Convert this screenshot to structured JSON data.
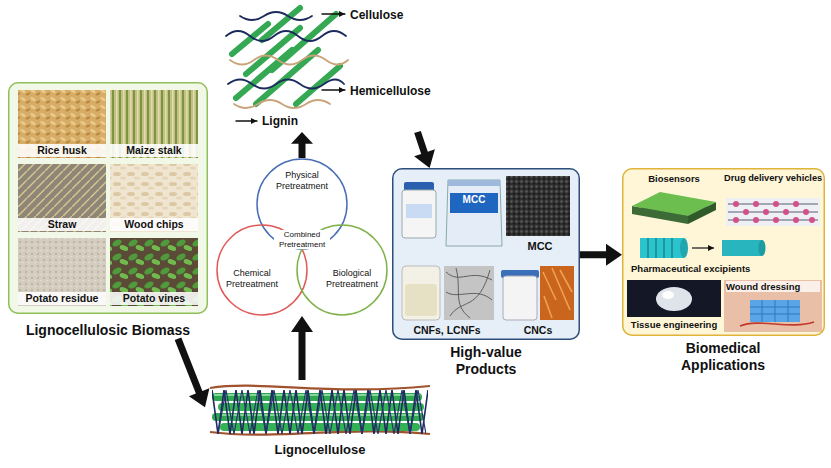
{
  "diagram": {
    "nodes": [
      {
        "text": [
          "Lignocellulosic Biomass"
        ]
      },
      {
        "text": [
          "Rice husk"
        ],
        "in": 0
      },
      {
        "text": [
          "Maize stalk"
        ],
        "in": 0
      },
      {
        "text": [
          "Straw"
        ],
        "in": 0
      },
      {
        "text": [
          "Wood chips"
        ],
        "in": 0
      },
      {
        "text": [
          "Potato residue"
        ],
        "in": 0
      },
      {
        "text": [
          "Potato vines"
        ],
        "in": 0
      },
      {
        "text": [
          "Lignocellulose"
        ]
      },
      {
        "text": [
          "Combined Pretreatment"
        ]
      },
      {
        "text": [
          "Physical Pretreatment"
        ],
        "in": 8
      },
      {
        "text": [
          "Chemical Pretreatment"
        ],
        "in": 8
      },
      {
        "text": [
          "Biological Pretreatment"
        ],
        "in": 8
      },
      {
        "text": [
          "Cellulose",
          "Hemicellulose",
          "Lignin"
        ]
      },
      {
        "text": [
          "High-value Products"
        ]
      },
      {
        "text": [
          "MCC"
        ],
        "in": 13
      },
      {
        "text": [
          "CNFs, LCNFs"
        ],
        "in": 13
      },
      {
        "text": [
          "CNCs"
        ],
        "in": 13
      },
      {
        "text": [
          "Biomedical Applications"
        ]
      },
      {
        "text": [
          "Biosensors"
        ],
        "in": 17
      },
      {
        "text": [
          "Drug delivery vehicles"
        ],
        "in": 17
      },
      {
        "text": [
          "Pharmaceutical excipients"
        ],
        "in": 17
      },
      {
        "text": [
          "Tissue engineering"
        ],
        "in": 17
      },
      {
        "text": [
          "Wound dressing"
        ],
        "in": 17
      }
    ],
    "edges": [
      {
        "from": 0,
        "to": 7,
        "arrow": "to"
      },
      {
        "from": 7,
        "to": 8,
        "arrow": "to"
      },
      {
        "from": 8,
        "to": 12,
        "arrow": "to"
      },
      {
        "from": 12,
        "to": 13,
        "arrow": "to"
      },
      {
        "from": 13,
        "to": 17,
        "arrow": "to"
      }
    ],
    "labels": [
      "MCC"
    ]
  }
}
